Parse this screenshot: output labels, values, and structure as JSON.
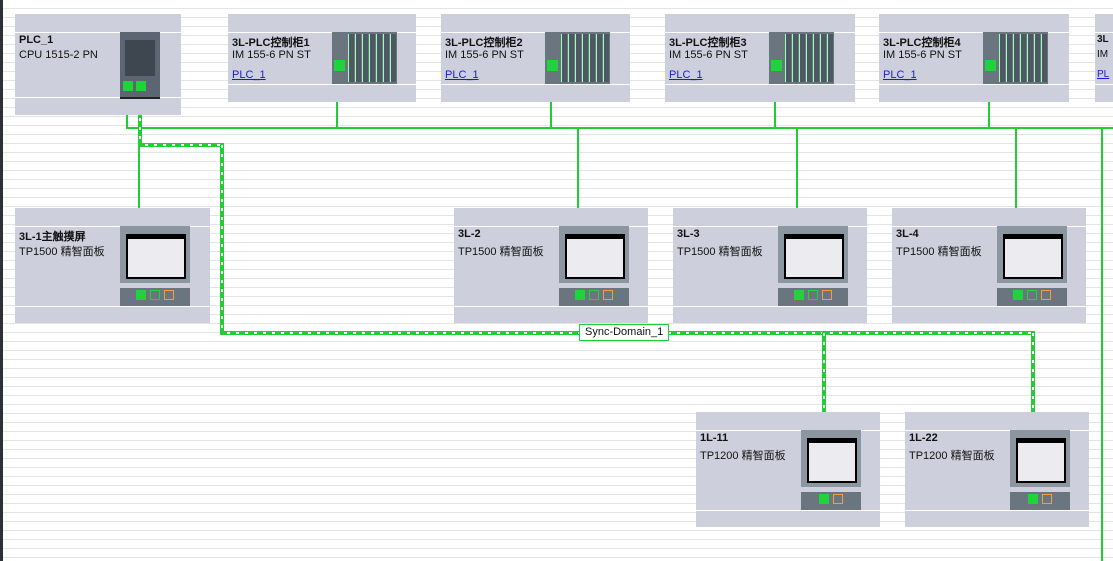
{
  "plcs": [
    {
      "name": "PLC_1",
      "type": "CPU 1515-2 PN"
    },
    {
      "name": "3L-PLC控制柜1",
      "type": "IM 155-6 PN ST",
      "link": "PLC_1"
    },
    {
      "name": "3L-PLC控制柜2",
      "type": "IM 155-6 PN ST",
      "link": "PLC_1"
    },
    {
      "name": "3L-PLC控制柜3",
      "type": "IM 155-6 PN ST",
      "link": "PLC_1"
    },
    {
      "name": "3L-PLC控制柜4",
      "type": "IM 155-6 PN ST",
      "link": "PLC_1"
    },
    {
      "name": "3L",
      "type": "IM",
      "link": "PL"
    }
  ],
  "hmis": [
    {
      "name": "3L-1主触摸屏",
      "type": "TP1500 精智面板"
    },
    {
      "name": "3L-2",
      "type": "TP1500 精智面板"
    },
    {
      "name": "3L-3",
      "type": "TP1500 精智面板"
    },
    {
      "name": "3L-4",
      "type": "TP1500 精智面板"
    },
    {
      "name": "1L-11",
      "type": "TP1200 精智面板"
    },
    {
      "name": "1L-22",
      "type": "TP1200 精智面板"
    }
  ],
  "sync_domain": "Sync-Domain_1",
  "colors": {
    "profinet": "#22cc33",
    "device_bg": "#cdd0dc"
  }
}
